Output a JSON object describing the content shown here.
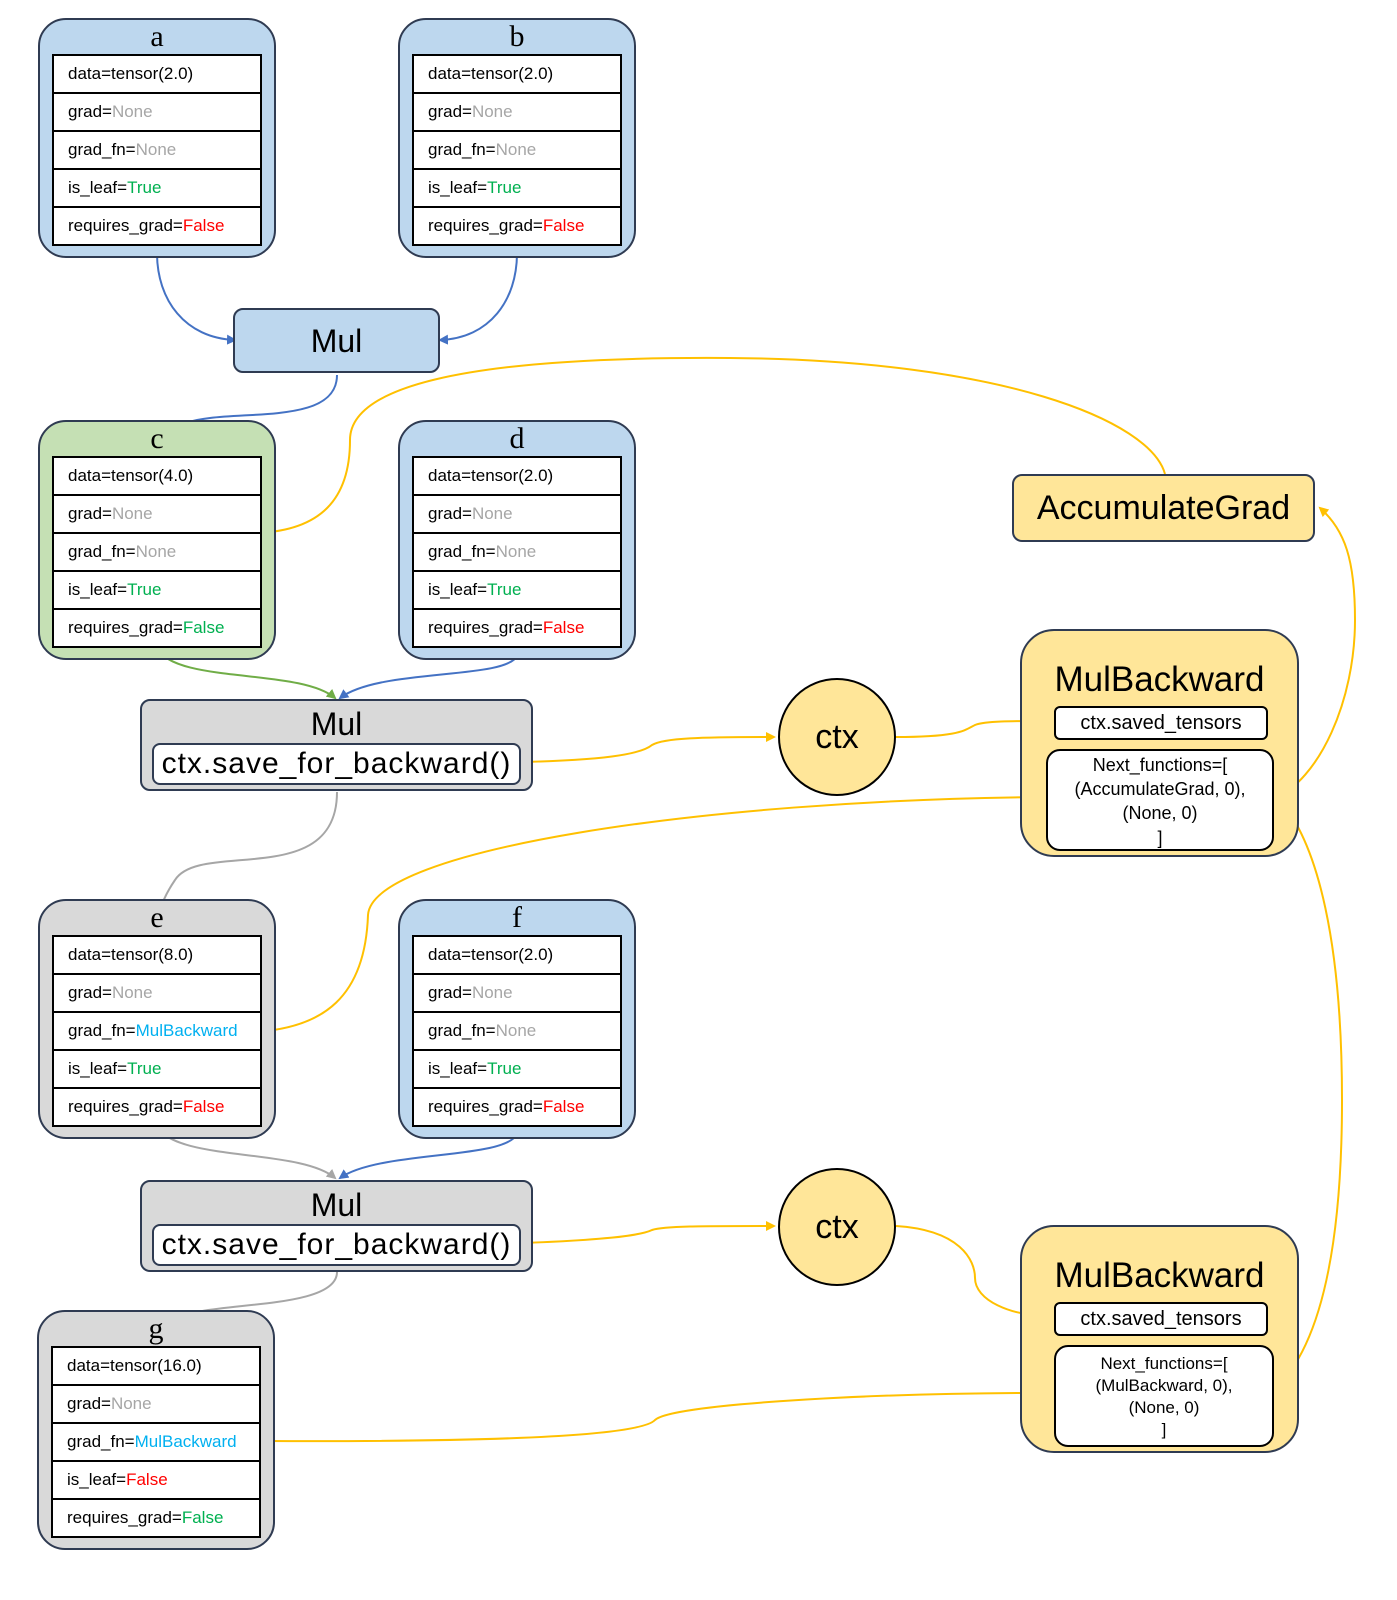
{
  "tensors": {
    "a": {
      "name": "a",
      "data_label": "data=tensor(2.0)",
      "grad_key": "grad=",
      "grad_val": "None",
      "grad_fn_key": "grad_fn=",
      "grad_fn_val": "None",
      "is_leaf_key": "is_leaf=",
      "is_leaf_val": "True",
      "requires_grad_key": "requires_grad=",
      "requires_grad_val": "False"
    },
    "b": {
      "name": "b",
      "data_label": "data=tensor(2.0)",
      "grad_key": "grad=",
      "grad_val": "None",
      "grad_fn_key": "grad_fn=",
      "grad_fn_val": "None",
      "is_leaf_key": "is_leaf=",
      "is_leaf_val": "True",
      "requires_grad_key": "requires_grad=",
      "requires_grad_val": "False"
    },
    "c": {
      "name": "c",
      "data_label": "data=tensor(4.0)",
      "grad_key": "grad=",
      "grad_val": "None",
      "grad_fn_key": "grad_fn=",
      "grad_fn_val": "None",
      "is_leaf_key": "is_leaf=",
      "is_leaf_val": "True",
      "requires_grad_key": "requires_grad=",
      "requires_grad_val": "False"
    },
    "d": {
      "name": "d",
      "data_label": "data=tensor(2.0)",
      "grad_key": "grad=",
      "grad_val": "None",
      "grad_fn_key": "grad_fn=",
      "grad_fn_val": "None",
      "is_leaf_key": "is_leaf=",
      "is_leaf_val": "True",
      "requires_grad_key": "requires_grad=",
      "requires_grad_val": "False"
    },
    "e": {
      "name": "e",
      "data_label": "data=tensor(8.0)",
      "grad_key": "grad=",
      "grad_val": "None",
      "grad_fn_key": "grad_fn=",
      "grad_fn_val": "MulBackward",
      "is_leaf_key": "is_leaf=",
      "is_leaf_val": "True",
      "requires_grad_key": "requires_grad=",
      "requires_grad_val": "False"
    },
    "f": {
      "name": "f",
      "data_label": "data=tensor(2.0)",
      "grad_key": "grad=",
      "grad_val": "None",
      "grad_fn_key": "grad_fn=",
      "grad_fn_val": "None",
      "is_leaf_key": "is_leaf=",
      "is_leaf_val": "True",
      "requires_grad_key": "requires_grad=",
      "requires_grad_val": "False"
    },
    "g": {
      "name": "g",
      "data_label": "data=tensor(16.0)",
      "grad_key": "grad=",
      "grad_val": "None",
      "grad_fn_key": "grad_fn=",
      "grad_fn_val": "MulBackward",
      "is_leaf_key": "is_leaf=",
      "is_leaf_val": "False",
      "requires_grad_key": "requires_grad=",
      "requires_grad_val": "False"
    }
  },
  "ops": {
    "mul_top": {
      "label": "Mul"
    },
    "mul_mid": {
      "label": "Mul",
      "sub": "ctx.save_for_backward()"
    },
    "mul_bot": {
      "label": "Mul",
      "sub": "ctx.save_for_backward()"
    }
  },
  "ctx": {
    "mid": "ctx",
    "bot": "ctx"
  },
  "accumulate_grad": "AccumulateGrad",
  "mul_backward": {
    "top": {
      "title": "MulBackward",
      "saved": "ctx.saved_tensors",
      "next_lines": [
        "Next_functions=[",
        "(AccumulateGrad, 0),",
        "(None, 0)",
        "]"
      ]
    },
    "bot": {
      "title": "MulBackward",
      "saved": "ctx.saved_tensors",
      "next_lines": [
        "Next_functions=[",
        "(MulBackward, 0),",
        "(None, 0)",
        "]"
      ]
    }
  },
  "colors": {
    "blue_fill": "#bdd7ee",
    "green_fill": "#c5e0b4",
    "gray_fill": "#d9d9d9",
    "yellow_fill": "#ffe699",
    "blue_edge": "#4472c4",
    "green_edge": "#70ad47",
    "gray_edge": "#a6a6a6",
    "yellow_edge": "#ffc000",
    "none_text": "#a6a6a6",
    "true_text": "#00b050",
    "false_text": "#ff0000",
    "fn_text": "#00b0f0"
  }
}
